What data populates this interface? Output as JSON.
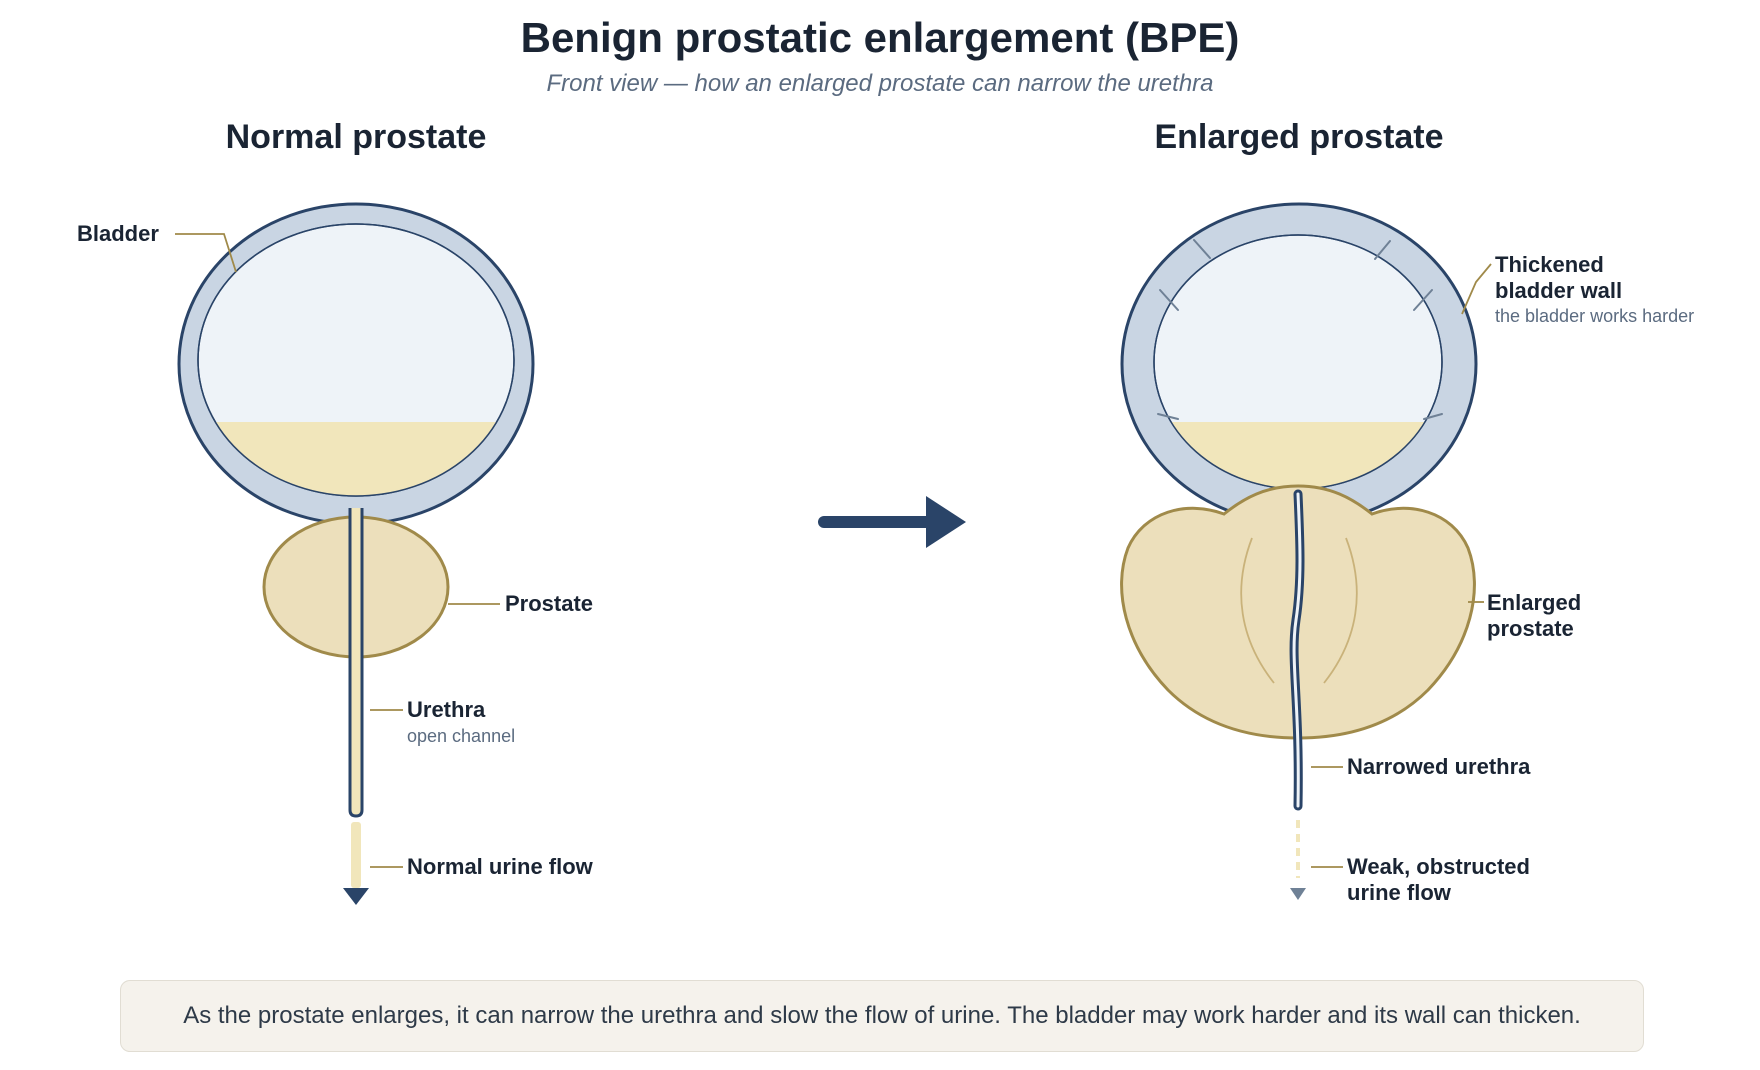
{
  "title": "Benign prostatic enlargement (BPE)",
  "subtitle": "Front view — how an enlarged prostate can narrow the urethra",
  "panels": {
    "normal": {
      "title": "Normal prostate",
      "labels": {
        "bladder": "Bladder",
        "prostate": "Prostate",
        "urethra": "Urethra",
        "urethra_note": "open channel",
        "flow": "Normal urine flow"
      }
    },
    "enlarged": {
      "title": "Enlarged prostate",
      "labels": {
        "wall_line1": "Thickened",
        "wall_line2": "bladder wall",
        "wall_note": "the bladder works harder",
        "prostate_line1": "Enlarged",
        "prostate_line2": "prostate",
        "urethra": "Narrowed urethra",
        "flow_line1": "Weak, obstructed",
        "flow_line2": "urine flow"
      }
    }
  },
  "caption": "As the prostate enlarges, it can narrow the urethra and slow the flow of urine. The bladder may work harder and its wall can thicken.",
  "colors": {
    "bladder_wall": "#c9d5e3",
    "bladder_inner": "#eef3f8",
    "urine": "#f1e6bb",
    "prostate": "#ecdfbb",
    "outline": "#2a4468",
    "leader": "#a08a4a",
    "arrow": "#2a4468"
  }
}
